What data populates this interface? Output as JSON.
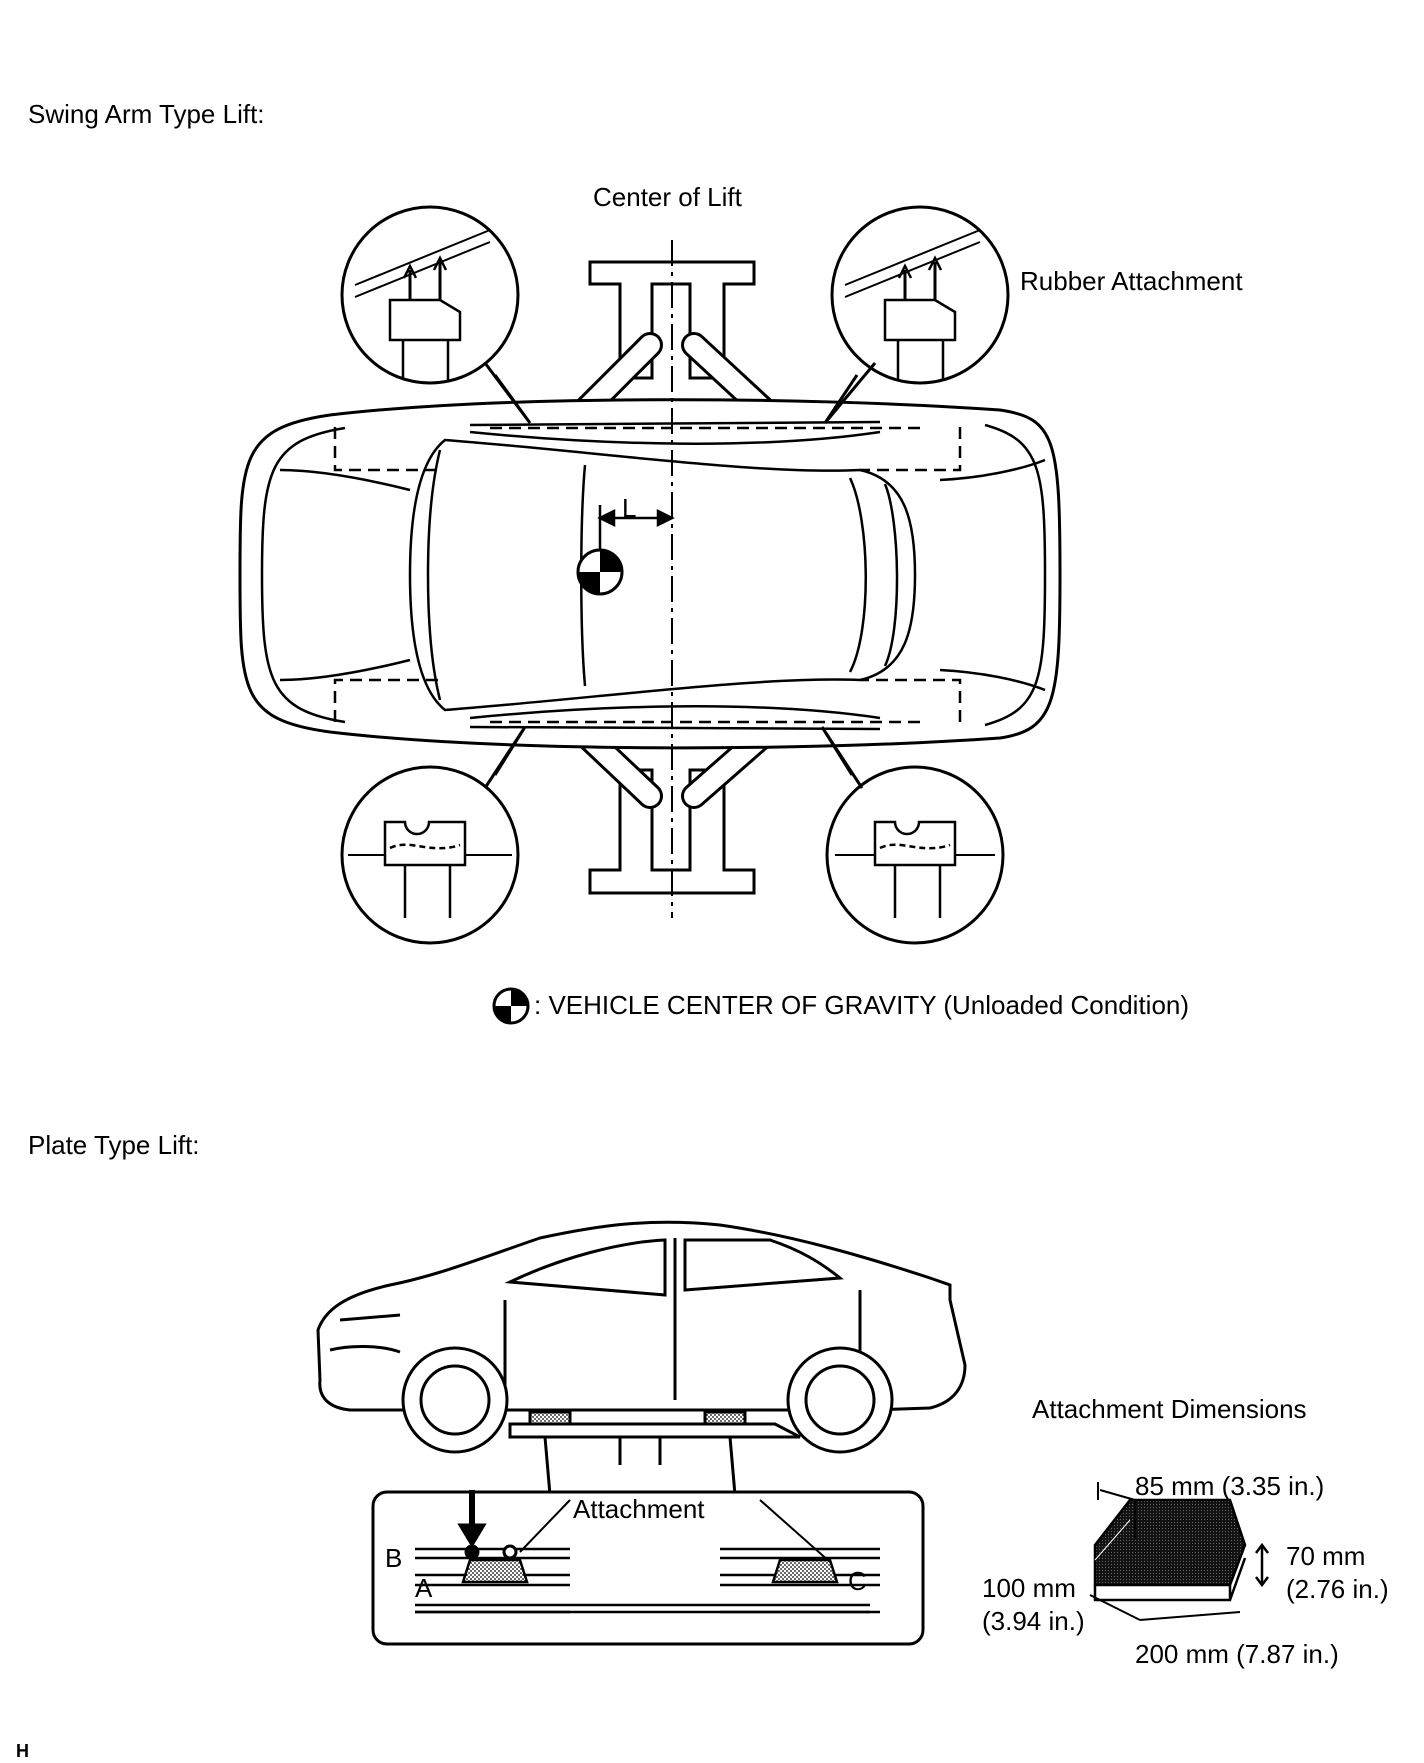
{
  "sections": {
    "swing": {
      "title": "Swing Arm Type Lift:"
    },
    "plate": {
      "title": "Plate Type Lift:"
    }
  },
  "swing_arm": {
    "center_of_lift": "Center of Lift",
    "rubber_attachment": "Rubber Attachment",
    "dimension_letter": "L",
    "legend_text": ": VEHICLE CENTER OF GRAVITY (Unloaded Condition)"
  },
  "plate_lift": {
    "attachment": "Attachment",
    "point_a": "A",
    "point_b": "B",
    "point_c": "C"
  },
  "attachment_dimensions": {
    "title": "Attachment Dimensions",
    "width": "85 mm (3.35 in.)",
    "height_mm": "70 mm",
    "height_in": "(2.76 in.)",
    "depth_mm": "100 mm",
    "depth_in": "(3.94 in.)",
    "length": "200 mm (7.87 in.)"
  },
  "footer_code": "H"
}
